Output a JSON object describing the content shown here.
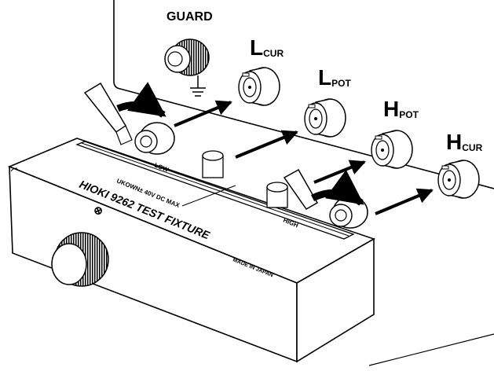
{
  "instrument_panel": {
    "guard": {
      "label": "GUARD"
    },
    "terminals": [
      {
        "main": "L",
        "sub": "CUR"
      },
      {
        "main": "L",
        "sub": "POT"
      },
      {
        "main": "H",
        "sub": "POT"
      },
      {
        "main": "H",
        "sub": "CUR"
      }
    ]
  },
  "fixture": {
    "brand_line": "HIOKI 9262 TEST FIXTURE",
    "warning": "UKOWN± 40V DC MAX",
    "low_label": "LOW",
    "high_label": "HIGH",
    "origin": "MADE IN JAPAN",
    "mark": "⊗"
  }
}
